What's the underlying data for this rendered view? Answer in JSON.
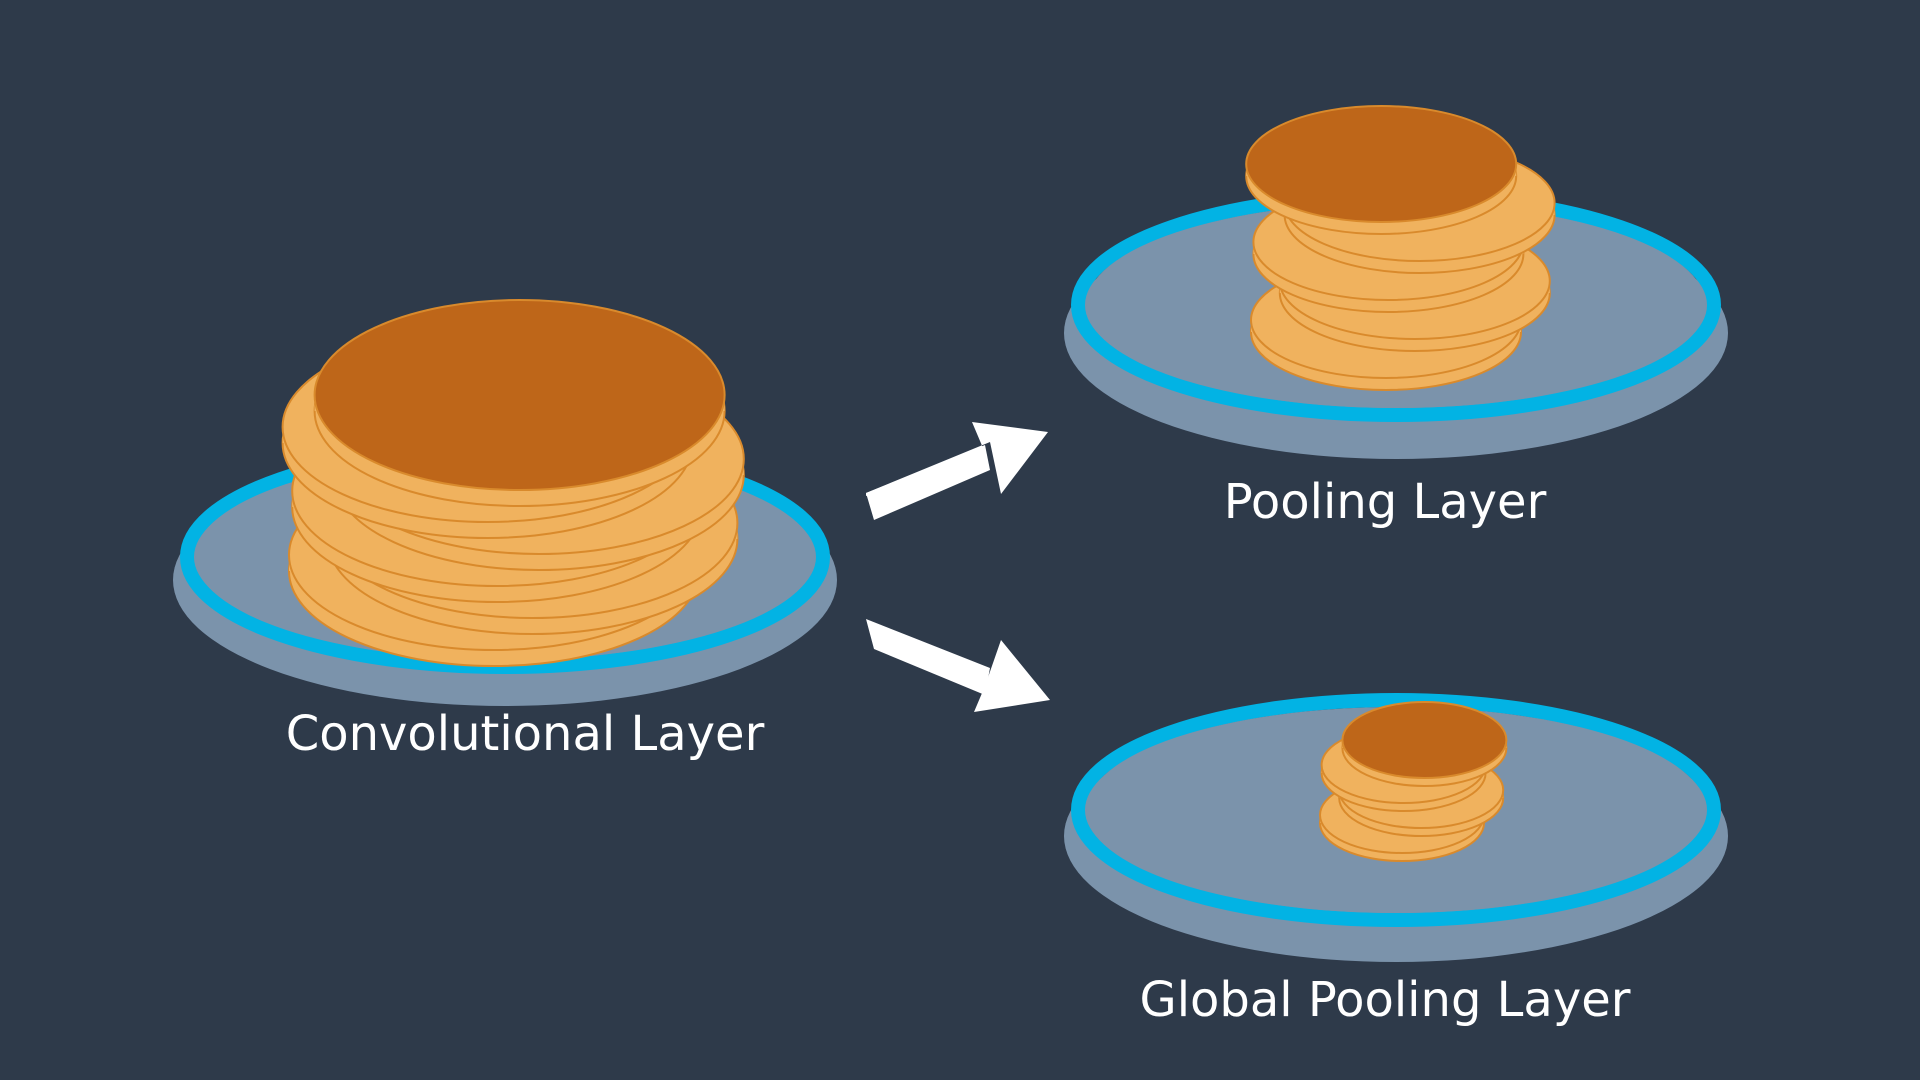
{
  "labels": {
    "convolutional": "Convolutional Layer",
    "pooling": "Pooling Layer",
    "global_pooling": "Global Pooling Layer"
  },
  "colors": {
    "background": "#2e3a4a",
    "plate": "#7b93ab",
    "plate_rim": "#02b3e4",
    "pancake_top": "#be6619",
    "pancake_edge": "#f0b25e",
    "pancake_outline": "#d98a2c",
    "arrow": "#ffffff",
    "text": "#ffffff"
  },
  "stacks": {
    "convolutional": {
      "pancakes": 6
    },
    "pooling": {
      "pancakes": 5
    },
    "global_pooling": {
      "pancakes": 4
    }
  }
}
